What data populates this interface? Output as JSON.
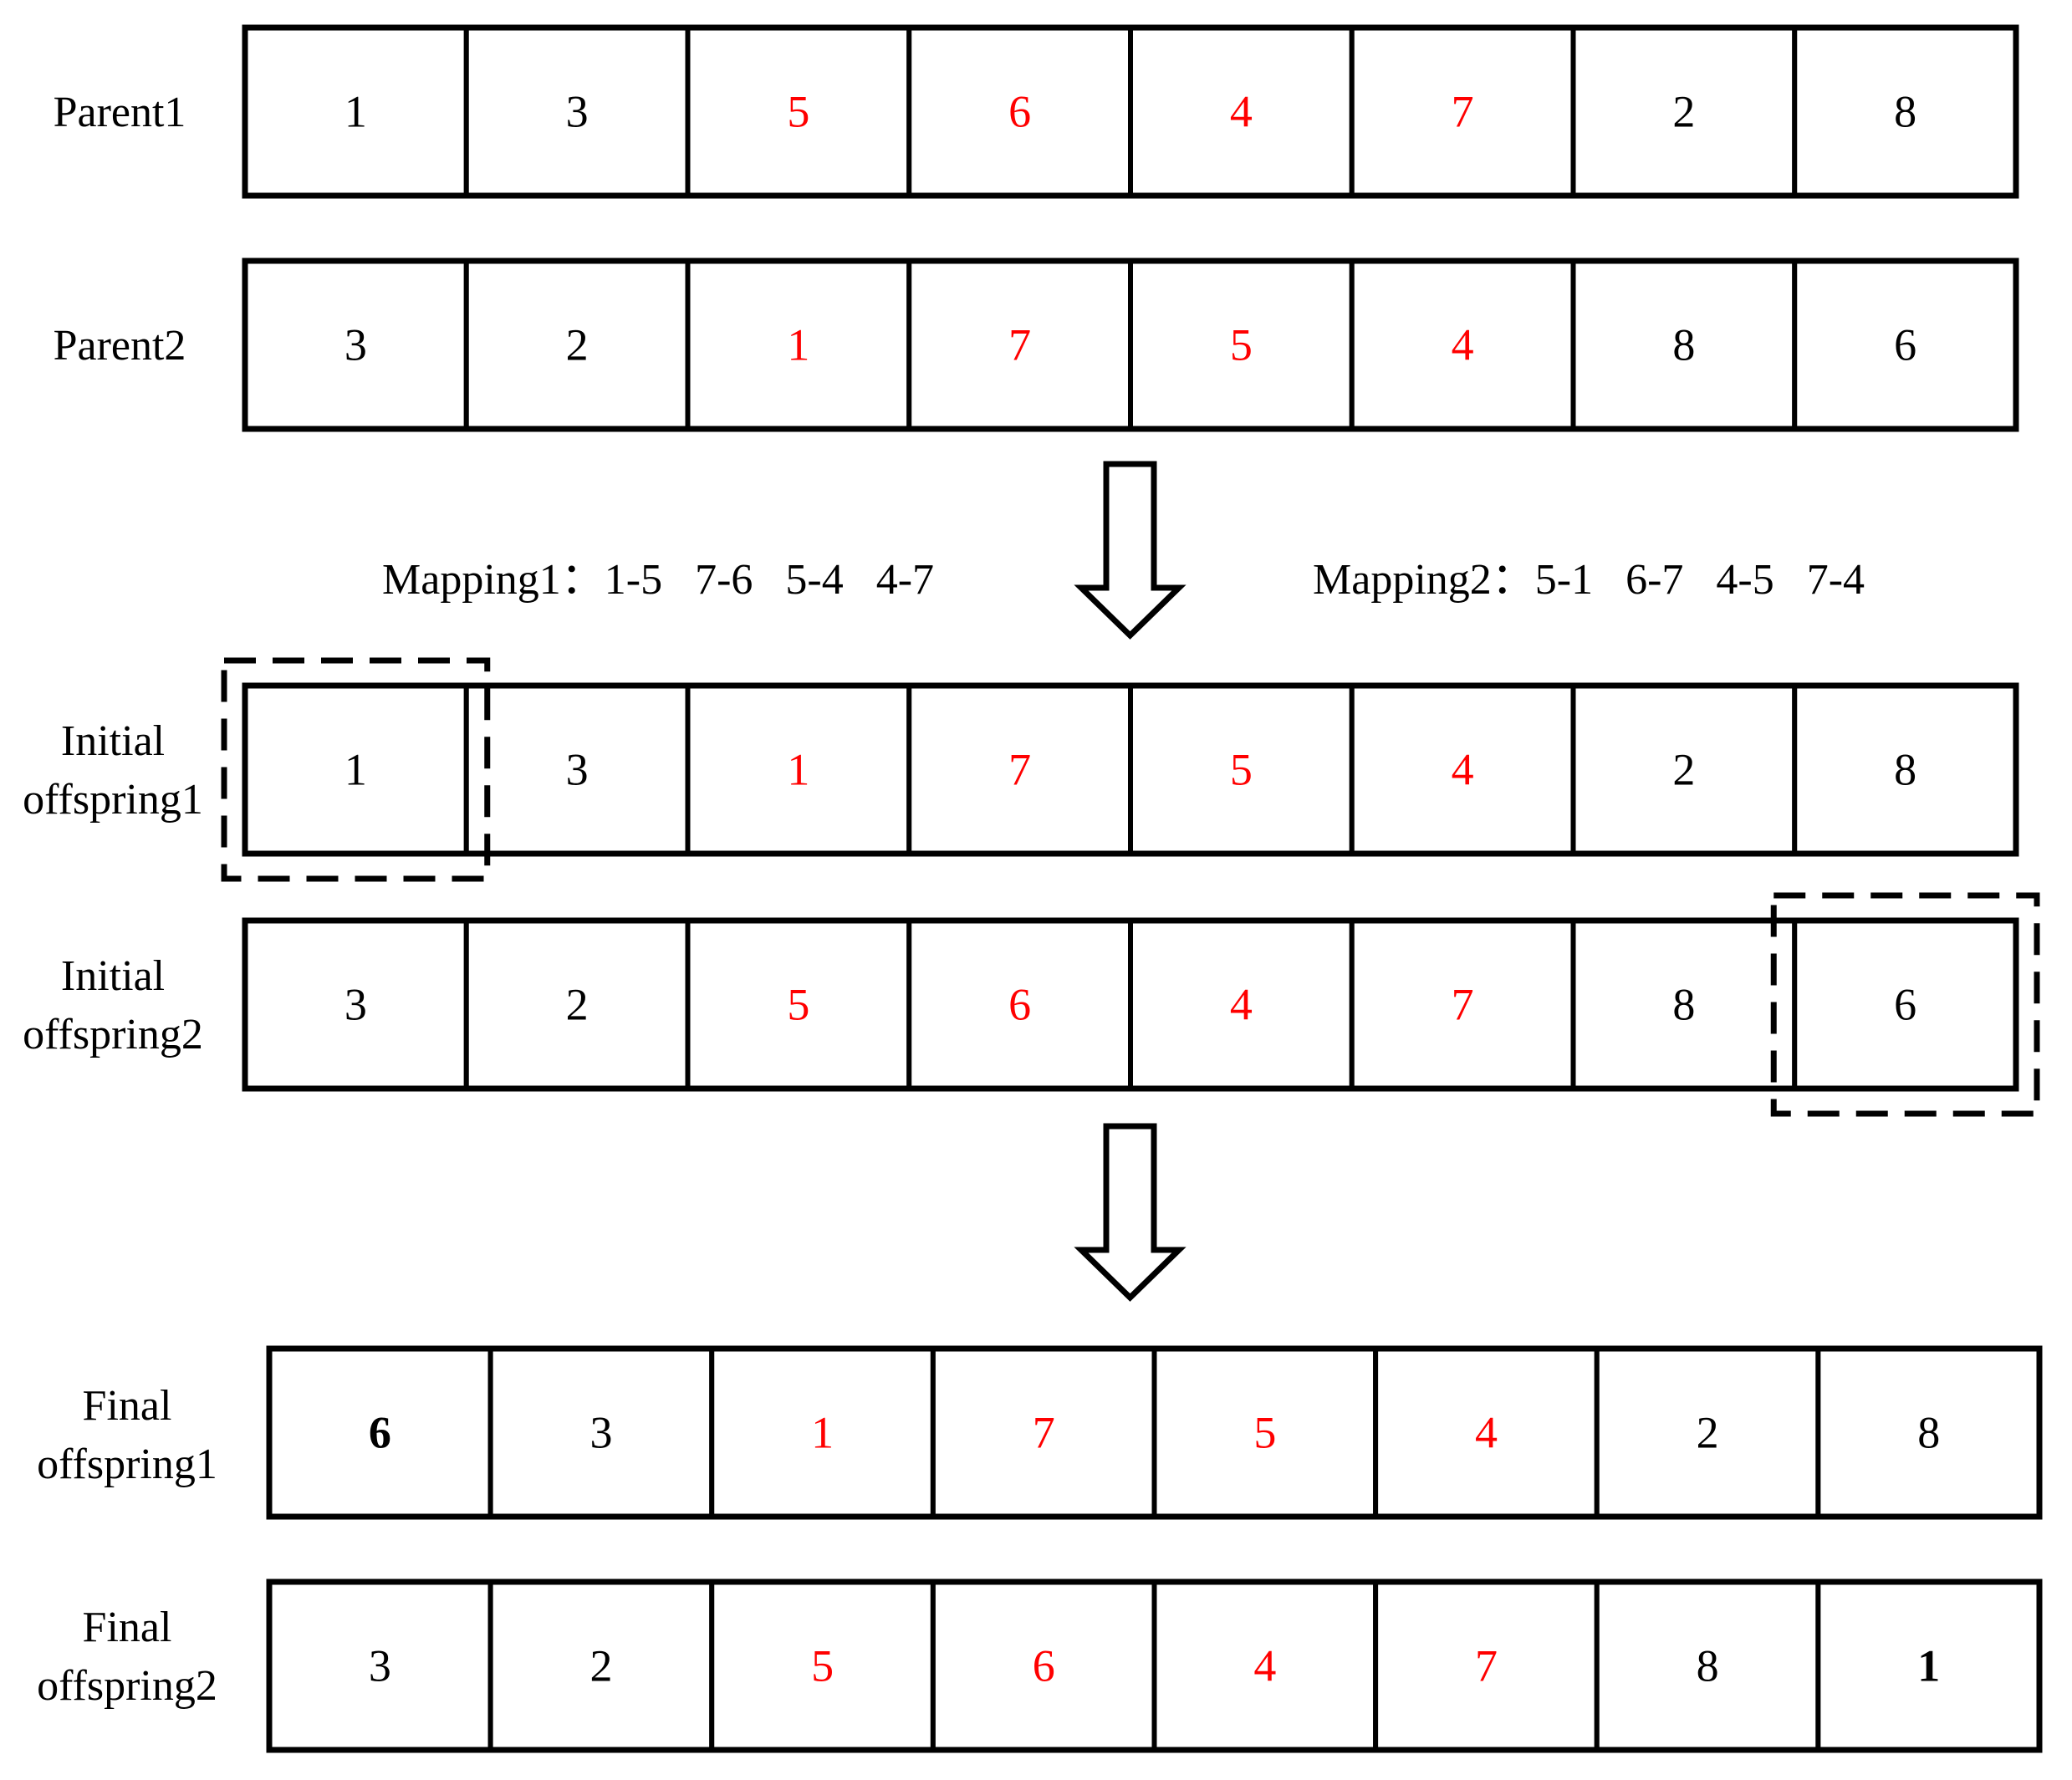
{
  "colors": {
    "black": "#000000",
    "red": "#ff0000"
  },
  "icons": {
    "arrow": "down-arrow-icon",
    "highlight": "dashed-highlight-box"
  },
  "rows": [
    {
      "id": "parent1",
      "label": [
        "Parent1"
      ],
      "genes": [
        {
          "v": "1",
          "c": "black"
        },
        {
          "v": "3",
          "c": "black"
        },
        {
          "v": "5",
          "c": "red"
        },
        {
          "v": "6",
          "c": "red"
        },
        {
          "v": "4",
          "c": "red"
        },
        {
          "v": "7",
          "c": "red"
        },
        {
          "v": "2",
          "c": "black"
        },
        {
          "v": "8",
          "c": "black"
        }
      ]
    },
    {
      "id": "parent2",
      "label": [
        "Parent2"
      ],
      "genes": [
        {
          "v": "3",
          "c": "black"
        },
        {
          "v": "2",
          "c": "black"
        },
        {
          "v": "1",
          "c": "red"
        },
        {
          "v": "7",
          "c": "red"
        },
        {
          "v": "5",
          "c": "red"
        },
        {
          "v": "4",
          "c": "red"
        },
        {
          "v": "8",
          "c": "black"
        },
        {
          "v": "6",
          "c": "black"
        }
      ]
    },
    {
      "id": "initial-offspring1",
      "label": [
        "Initial",
        "offspring1"
      ],
      "highlight": 0,
      "genes": [
        {
          "v": "1",
          "c": "black"
        },
        {
          "v": "3",
          "c": "black"
        },
        {
          "v": "1",
          "c": "red"
        },
        {
          "v": "7",
          "c": "red"
        },
        {
          "v": "5",
          "c": "red"
        },
        {
          "v": "4",
          "c": "red"
        },
        {
          "v": "2",
          "c": "black"
        },
        {
          "v": "8",
          "c": "black"
        }
      ]
    },
    {
      "id": "initial-offspring2",
      "label": [
        "Initial",
        "offspring2"
      ],
      "highlight": 7,
      "genes": [
        {
          "v": "3",
          "c": "black"
        },
        {
          "v": "2",
          "c": "black"
        },
        {
          "v": "5",
          "c": "red"
        },
        {
          "v": "6",
          "c": "red"
        },
        {
          "v": "4",
          "c": "red"
        },
        {
          "v": "7",
          "c": "red"
        },
        {
          "v": "8",
          "c": "black"
        },
        {
          "v": "6",
          "c": "black"
        }
      ]
    },
    {
      "id": "final-offspring1",
      "label": [
        "Final",
        "offspring1"
      ],
      "genes": [
        {
          "v": "6",
          "c": "black",
          "b": true
        },
        {
          "v": "3",
          "c": "black"
        },
        {
          "v": "1",
          "c": "red"
        },
        {
          "v": "7",
          "c": "red"
        },
        {
          "v": "5",
          "c": "red"
        },
        {
          "v": "4",
          "c": "red"
        },
        {
          "v": "2",
          "c": "black"
        },
        {
          "v": "8",
          "c": "black"
        }
      ]
    },
    {
      "id": "final-offspring2",
      "label": [
        "Final",
        "offspring2"
      ],
      "genes": [
        {
          "v": "3",
          "c": "black"
        },
        {
          "v": "2",
          "c": "black"
        },
        {
          "v": "5",
          "c": "red"
        },
        {
          "v": "6",
          "c": "red"
        },
        {
          "v": "4",
          "c": "red"
        },
        {
          "v": "7",
          "c": "red"
        },
        {
          "v": "8",
          "c": "black"
        },
        {
          "v": "1",
          "c": "black",
          "b": true
        }
      ]
    }
  ],
  "mappings": {
    "mapping1": "Mapping1：1-5   7-6   5-4   4-7",
    "mapping2": "Mapping2：5-1   6-7   4-5   7-4"
  }
}
